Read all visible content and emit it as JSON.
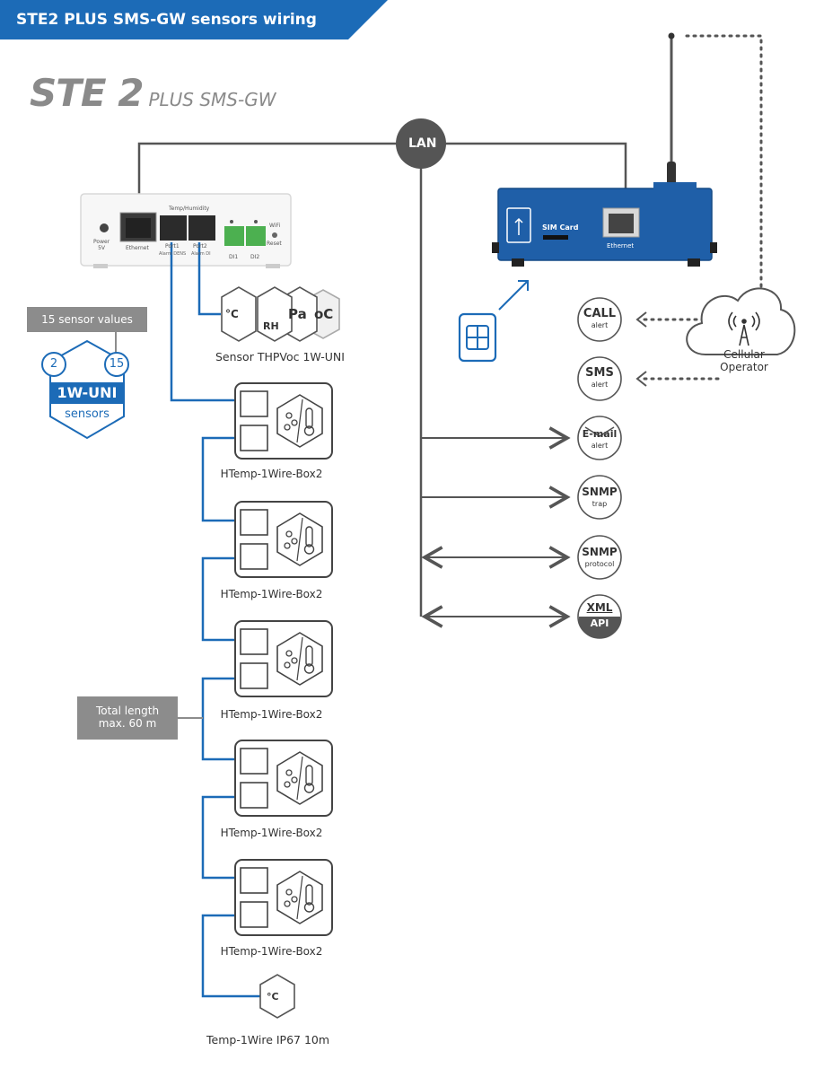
{
  "header": {
    "title": "STE2 PLUS SMS-GW sensors wiring"
  },
  "logo": {
    "main": "STE 2",
    "sub": "PLUS SMS-GW"
  },
  "network": {
    "lan_label": "LAN"
  },
  "device_front": {
    "power_label": "Power\n5V",
    "ethernet_label": "Ethernet",
    "temp_humidity_label": "Temp/Humidity",
    "port1_label": "Port1",
    "port1_sub": "Alarm DENS",
    "port2_label": "Port2",
    "port2_sub": "Alarm DI",
    "di1_label": "DI1",
    "di2_label": "DI2",
    "wifi_label": "WiFi",
    "reset_label": "Reset"
  },
  "device_back": {
    "sim_label": "SIM Card",
    "ethernet_label": "Ethernet"
  },
  "badge": {
    "values_label": "15 sensor values",
    "left_number": "2",
    "right_number": "15",
    "title": "1W-UNI",
    "subtitle": "sensors"
  },
  "sensor_top": {
    "label": "Sensor THPVoc 1W-UNI",
    "icons": [
      "°C",
      "RH",
      "Pa",
      "oC"
    ]
  },
  "boxes": [
    {
      "label": "HTemp-1Wire-Box2"
    },
    {
      "label": "HTemp-1Wire-Box2"
    },
    {
      "label": "HTemp-1Wire-Box2"
    },
    {
      "label": "HTemp-1Wire-Box2"
    },
    {
      "label": "HTemp-1Wire-Box2"
    }
  ],
  "length_note": {
    "line1": "Total length",
    "line2": "max. 60 m"
  },
  "temp_probe": {
    "icon_text": "°C",
    "label": "Temp-1Wire IP67 10m"
  },
  "cellular": {
    "line1": "Cellular",
    "line2": "Operator"
  },
  "outputs": [
    {
      "line1": "CALL",
      "line2": "alert"
    },
    {
      "line1": "SMS",
      "line2": "alert"
    },
    {
      "line1": "E-mail",
      "line2": "alert"
    },
    {
      "line1": "SNMP",
      "line2": "trap"
    },
    {
      "line1": "SNMP",
      "line2": "protocol"
    },
    {
      "line1": "XML",
      "line2": "API"
    }
  ],
  "colors": {
    "accent": "#1c6bb7",
    "wire_grey": "#555555",
    "note_grey": "#8c8c8c",
    "device_blue": "#1f5fa8"
  }
}
